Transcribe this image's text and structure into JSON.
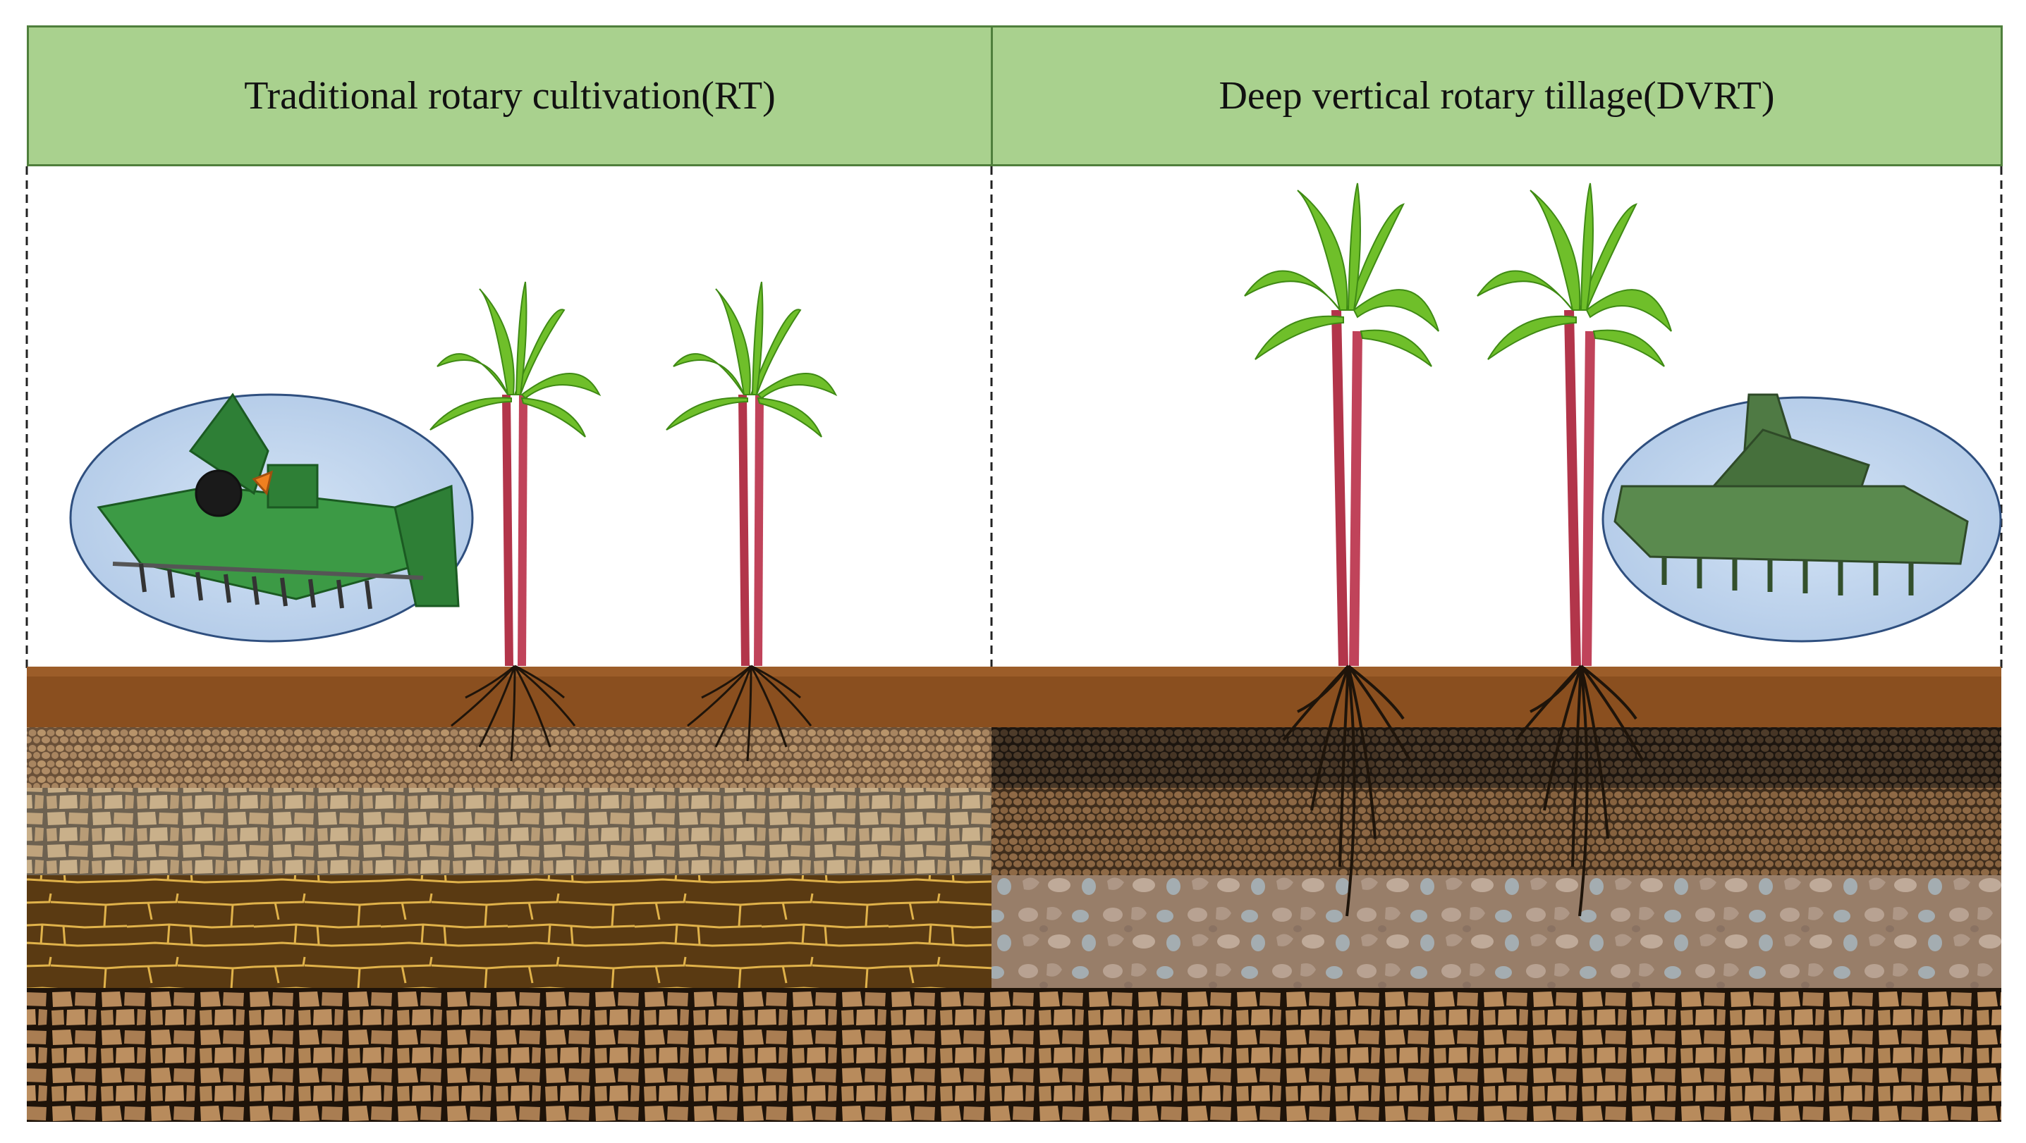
{
  "panels": {
    "rt": {
      "title": "Traditional rotary cultivation(RT)",
      "machine": "rotary-cultivator-image",
      "colors": {
        "header": "#a9d18e",
        "plow_layer": "#8a4f1f",
        "soil_layer_1": "#8b6d4e",
        "soil_layer_2": "#b59d7c",
        "soil_layer_3": "#5b3b14",
        "soil_layer_4": "#9a6f45"
      }
    },
    "dvrt": {
      "title": "Deep vertical rotary tillage(DVRT)",
      "machine": "deep-vertical-rotary-tiller-image",
      "colors": {
        "header": "#a9d18e",
        "plow_layer": "#8a4f1f",
        "soil_layer_1": "#3a2e22",
        "soil_layer_2": "#6e5236",
        "soil_layer_3": "#8f7259",
        "soil_layer_4": "#9a6f45"
      }
    }
  },
  "plants": "sugarcane-icon",
  "roots": "root-system-icon"
}
